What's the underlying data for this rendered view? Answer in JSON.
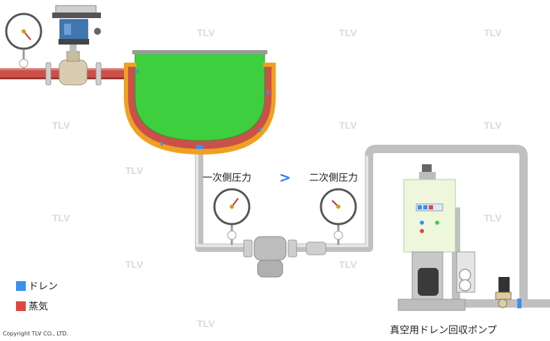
{
  "labels": {
    "primary_pressure": "一次側圧力",
    "secondary_pressure": "二次側圧力",
    "comparison": ">",
    "pump": "真空用ドレン回収ポンプ"
  },
  "legend": [
    {
      "label": "ドレン",
      "color": "#3b8ff0"
    },
    {
      "label": "蒸気",
      "color": "#e0463c"
    }
  ],
  "watermark": "TLV",
  "copyright": "Copyright TLV CO., LTD.",
  "colors": {
    "steam_pipe": "#c9514a",
    "pipe_gray": "#d3d3d3",
    "tank_green": "#3ecf3e",
    "jacket_orange": "#f0a020",
    "condensate_blue": "#3b8ff0",
    "panel_green": "#eef7dc"
  }
}
